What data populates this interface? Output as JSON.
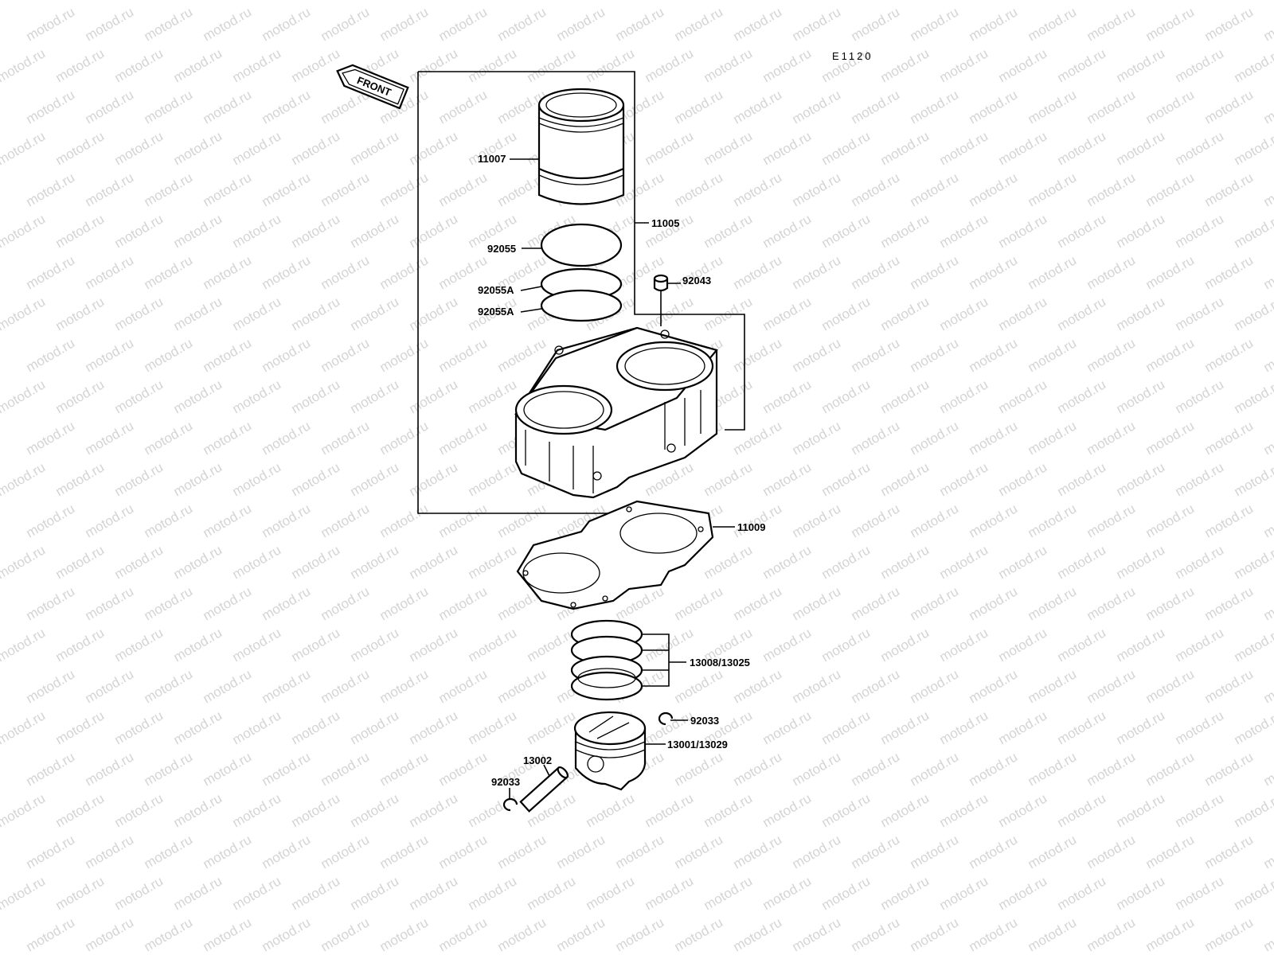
{
  "diagram": {
    "code": "E1120",
    "front_label": "FRONT",
    "watermark": "motod.ru",
    "parts": {
      "p11007": "11007",
      "p11005": "11005",
      "p92055": "92055",
      "p92055a_1": "92055A",
      "p92055a_2": "92055A",
      "p92043": "92043",
      "p11009": "11009",
      "p13008": "13008/13025",
      "p92033_r": "92033",
      "p13001": "13001/13029",
      "p13002": "13002",
      "p92033_l": "92033"
    }
  }
}
